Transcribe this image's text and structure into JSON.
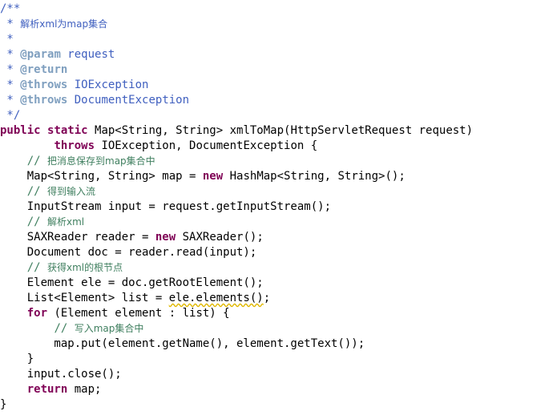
{
  "lines": [
    [
      {
        "t": "/**",
        "c": "doc"
      }
    ],
    [
      {
        "t": " * ",
        "c": "doc"
      },
      {
        "t": "解析xml为map集合",
        "c": "doc cjk"
      }
    ],
    [
      {
        "t": " *",
        "c": "doc"
      }
    ],
    [
      {
        "t": " * ",
        "c": "doc"
      },
      {
        "t": "@param",
        "c": "doctag"
      },
      {
        "t": " request",
        "c": "doc"
      }
    ],
    [
      {
        "t": " * ",
        "c": "doc"
      },
      {
        "t": "@return",
        "c": "doctag"
      }
    ],
    [
      {
        "t": " * ",
        "c": "doc"
      },
      {
        "t": "@throws",
        "c": "doctag"
      },
      {
        "t": " IOException",
        "c": "doc"
      }
    ],
    [
      {
        "t": " * ",
        "c": "doc"
      },
      {
        "t": "@throws",
        "c": "doctag"
      },
      {
        "t": " DocumentException",
        "c": "doc"
      }
    ],
    [
      {
        "t": " */",
        "c": "doc"
      }
    ],
    [
      {
        "t": "public",
        "c": "kw"
      },
      {
        "t": " "
      },
      {
        "t": "static",
        "c": "kw"
      },
      {
        "t": " Map<String, String> xmlToMap(HttpServletRequest request)"
      }
    ],
    [
      {
        "t": "        "
      },
      {
        "t": "throws",
        "c": "kw"
      },
      {
        "t": " IOException, DocumentException {"
      }
    ],
    [
      {
        "t": "    "
      },
      {
        "t": "// ",
        "c": "comment"
      },
      {
        "t": "把消息保存到map集合中",
        "c": "comment cjk"
      }
    ],
    [
      {
        "t": "    Map<String, String> map = "
      },
      {
        "t": "new",
        "c": "kw"
      },
      {
        "t": " HashMap<String, String>();"
      }
    ],
    [
      {
        "t": "    "
      },
      {
        "t": "// ",
        "c": "comment"
      },
      {
        "t": "得到输入流",
        "c": "comment cjk"
      }
    ],
    [
      {
        "t": "    InputStream input = request.getInputStream();"
      }
    ],
    [
      {
        "t": "    "
      },
      {
        "t": "// ",
        "c": "comment"
      },
      {
        "t": "解析xml",
        "c": "comment cjk"
      }
    ],
    [
      {
        "t": "    SAXReader reader = "
      },
      {
        "t": "new",
        "c": "kw"
      },
      {
        "t": " SAXReader();"
      }
    ],
    [
      {
        "t": "    Document doc = reader.read(input);"
      }
    ],
    [
      {
        "t": "    "
      },
      {
        "t": "// ",
        "c": "comment"
      },
      {
        "t": "获得xml的根节点",
        "c": "comment cjk"
      }
    ],
    [
      {
        "t": "    Element ele = doc.getRootElement();"
      }
    ],
    [
      {
        "t": "    List<Element> list = "
      },
      {
        "t": "ele.elements()",
        "c": "warn"
      },
      {
        "t": ";"
      }
    ],
    [
      {
        "t": "    "
      },
      {
        "t": "for",
        "c": "kw"
      },
      {
        "t": " (Element element : list) {"
      }
    ],
    [
      {
        "t": "        "
      },
      {
        "t": "// ",
        "c": "comment"
      },
      {
        "t": "写入map集合中",
        "c": "comment cjk"
      }
    ],
    [
      {
        "t": "        map.put(element.getName(), element.getText());"
      }
    ],
    [
      {
        "t": "    }"
      }
    ],
    [
      {
        "t": "    input.close();"
      }
    ],
    [
      {
        "t": "    "
      },
      {
        "t": "return",
        "c": "kw"
      },
      {
        "t": " map;"
      }
    ],
    [
      {
        "t": "}"
      }
    ]
  ]
}
